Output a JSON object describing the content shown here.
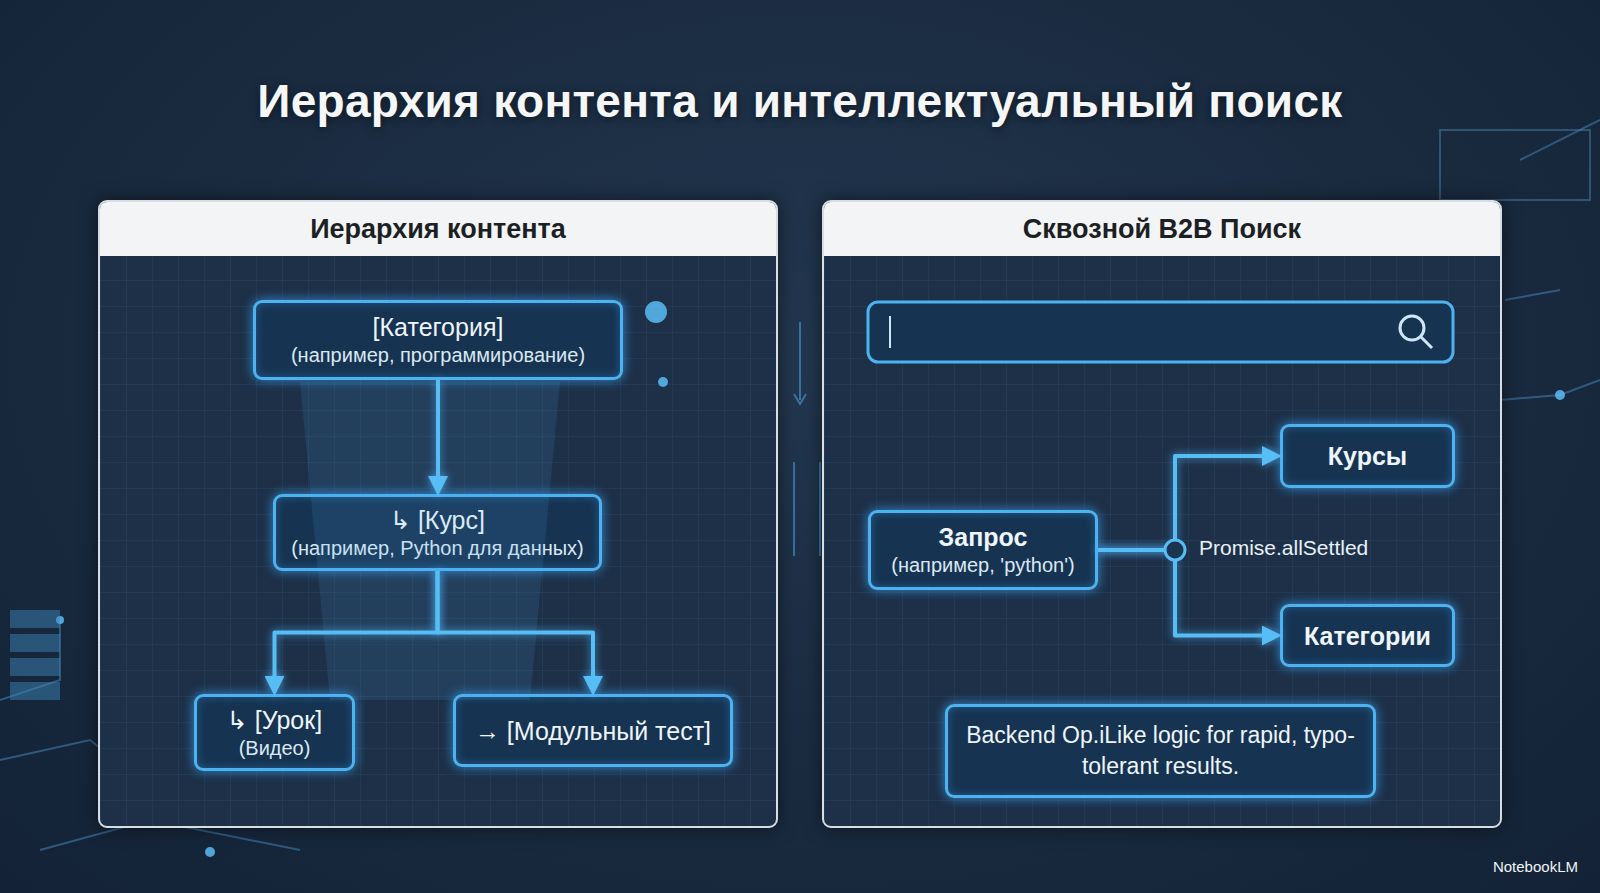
{
  "diagram": {
    "title": "Иерархия контента и интеллектуальный поиск",
    "nodes": [
      {
        "text": [
          "Иерархия контента"
        ]
      },
      {
        "text": [
          "[Категория]",
          "(например, программирование)"
        ],
        "in": 0
      },
      {
        "text": [
          "↳ [Курс]",
          "(например, Python для данных)"
        ],
        "in": 0
      },
      {
        "text": [
          "↳ [Урок]",
          "(Видео)"
        ],
        "in": 0
      },
      {
        "text": [
          "→ [Модульный тест]"
        ],
        "in": 0
      },
      {
        "text": [
          "Сквозной B2B Поиск"
        ]
      },
      {
        "text": [
          "Запрос",
          "(например, 'python')"
        ],
        "in": 5
      },
      {
        "text": [
          "Курсы"
        ],
        "in": 5
      },
      {
        "text": [
          "Категории"
        ],
        "in": 5
      },
      {
        "text": [
          "Backend Op.iLike logic for rapid, typo-tolerant results."
        ],
        "in": 5
      }
    ],
    "edges": [
      {
        "from": 1,
        "to": 2,
        "arrow": "to"
      },
      {
        "from": 2,
        "to": 3,
        "arrow": "to"
      },
      {
        "from": 2,
        "to": 4,
        "arrow": "to"
      },
      {
        "from": 6,
        "to": 7,
        "label": "Promise.allSettled",
        "arrow": "to"
      },
      {
        "from": 6,
        "to": 8,
        "arrow": "to"
      }
    ],
    "labels": [
      "NotebookLM"
    ]
  }
}
